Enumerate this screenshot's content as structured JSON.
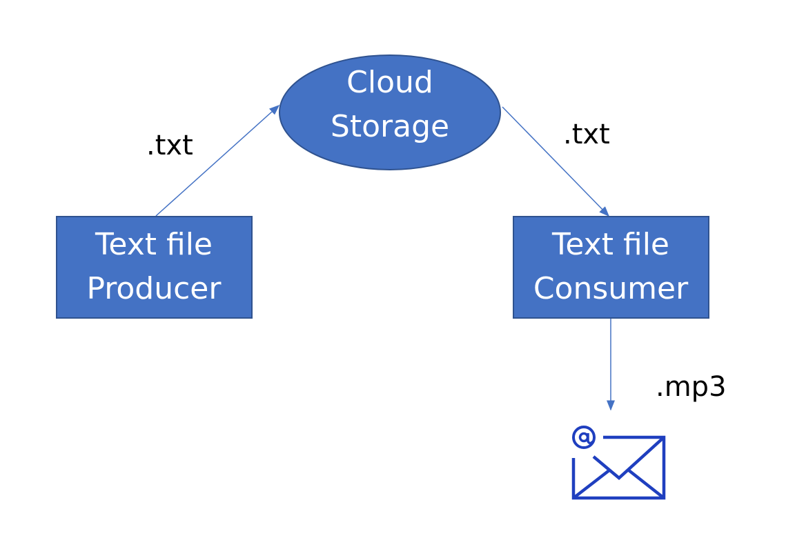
{
  "colors": {
    "node_fill": "#4472c4",
    "node_stroke": "#2f528f",
    "edge": "#4472c4",
    "icon": "#1f3fbf"
  },
  "nodes": {
    "cloud_storage": {
      "line1": "Cloud",
      "line2": "Storage"
    },
    "producer": {
      "line1": "Text file",
      "line2": "Producer"
    },
    "consumer": {
      "line1": "Text file",
      "line2": "Consumer"
    }
  },
  "edges": {
    "producer_to_cloud": {
      "label": ".txt"
    },
    "cloud_to_consumer": {
      "label": ".txt"
    },
    "consumer_to_email": {
      "label": ".mp3"
    }
  },
  "icons": {
    "email": "email-at-icon"
  }
}
